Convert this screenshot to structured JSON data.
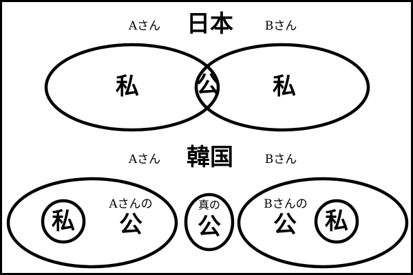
{
  "japan": {
    "title": "日本",
    "person_a": "Aさん",
    "person_b": "Bさん",
    "a_private": "私",
    "shared_public": "公",
    "b_private": "私"
  },
  "korea": {
    "title": "韓国",
    "person_a": "Aさん",
    "person_b": "Bさん",
    "a_private": "私",
    "a_public_label": "Aさんの",
    "a_public": "公",
    "true_public_label": "真の",
    "true_public": "公",
    "b_public_label": "Bさんの",
    "b_public": "公",
    "b_private": "私"
  }
}
